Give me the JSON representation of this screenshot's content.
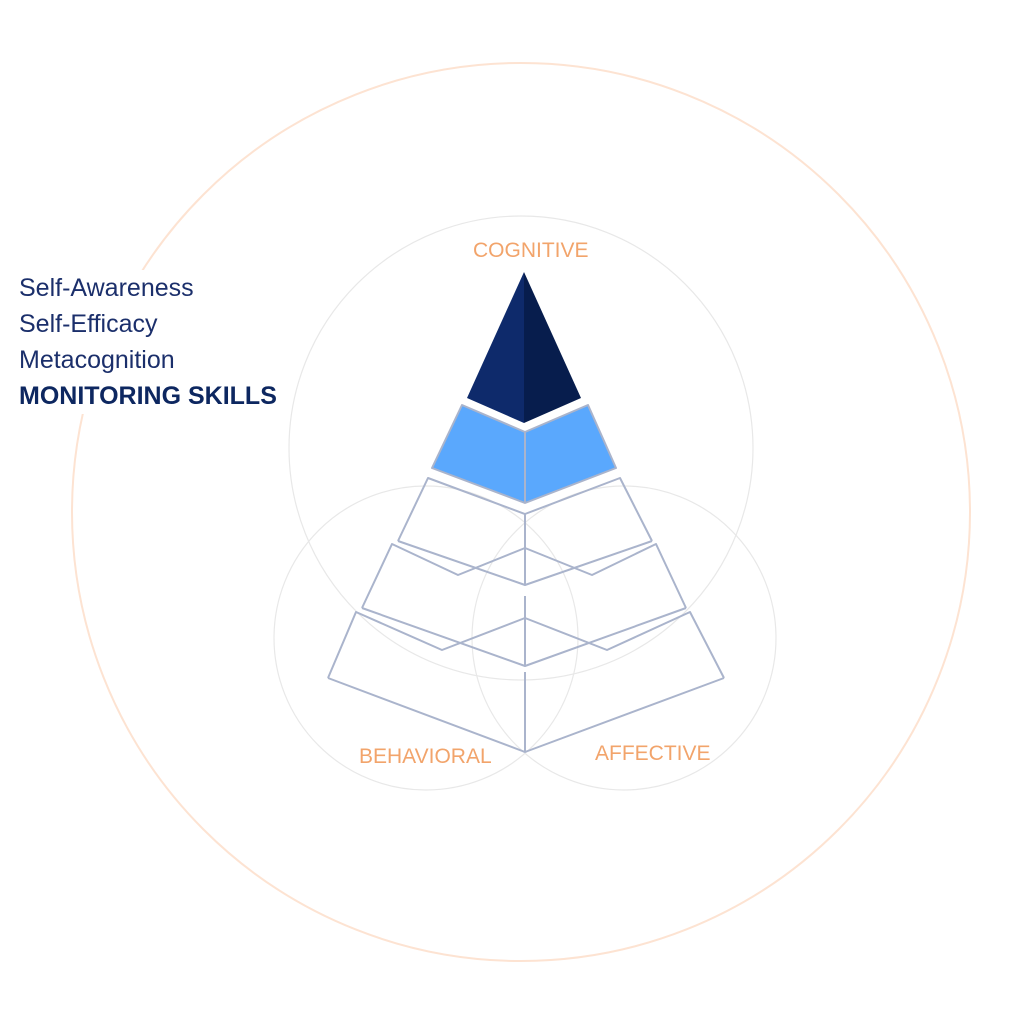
{
  "skills": {
    "items": [
      "Self-Awareness",
      "Self-Efficacy",
      "Metacognition",
      "MONITORING SKILLS"
    ],
    "active_index": 3
  },
  "domains": {
    "top": "COGNITIVE",
    "left": "BEHAVIORAL",
    "right": "AFFECTIVE"
  },
  "colors": {
    "outer_ring": "#fde3d2",
    "domain_circles": "#e6e6e6",
    "pyramid_outline": "#aab4cc",
    "apex_left": "#0e2a6b",
    "apex_right": "#071d4d",
    "highlight_tier": "#5aa8fd",
    "text_dark": "#1b2f6b",
    "label_accent": "#f2a46b"
  }
}
